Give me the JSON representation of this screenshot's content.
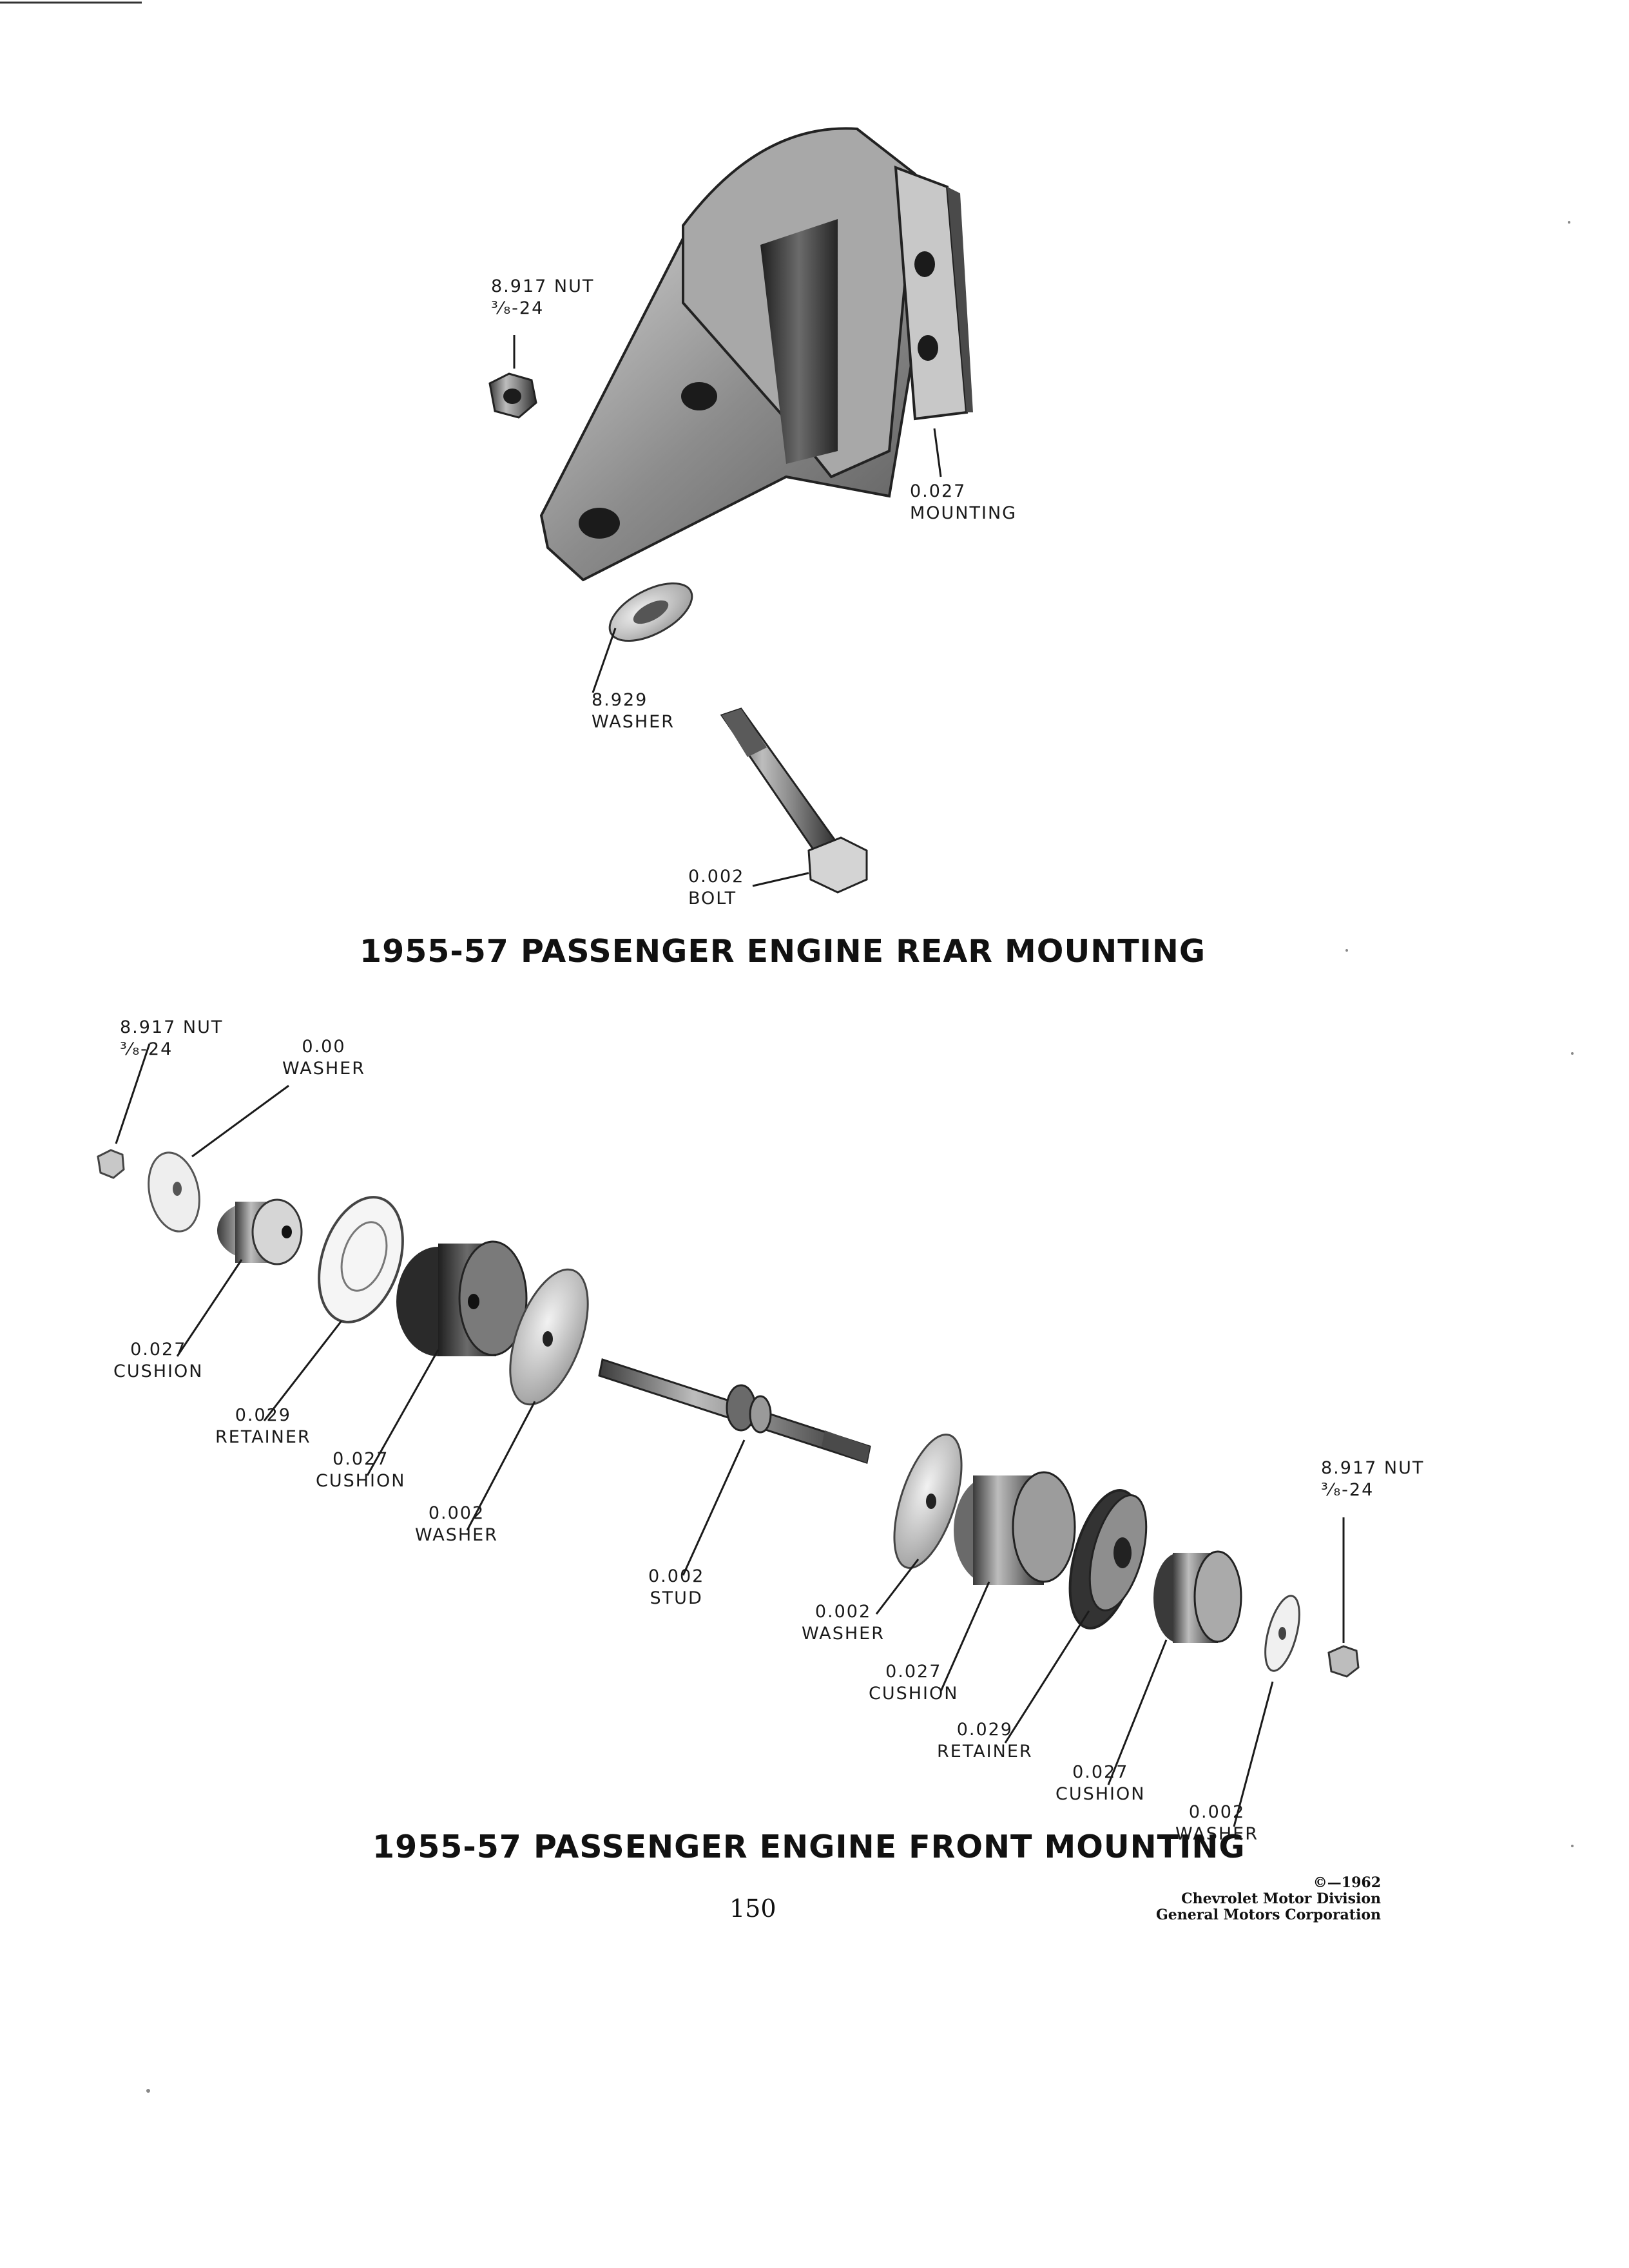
{
  "rear": {
    "title": "1955-57 PASSENGER ENGINE REAR MOUNTING",
    "nut": {
      "code": "8.917 NUT",
      "size": "³⁄₈-24"
    },
    "mounting": {
      "code": "0.027",
      "name": "MOUNTING"
    },
    "washer": {
      "code": "8.929",
      "name": "WASHER"
    },
    "bolt": {
      "code": "0.002",
      "name": "BOLT"
    }
  },
  "front": {
    "title": "1955-57 PASSENGER ENGINE FRONT MOUNTING",
    "nut_left": {
      "code": "8.917 NUT",
      "size": "³⁄₈-24"
    },
    "washer_top": {
      "code": "0.00",
      "name": "WASHER"
    },
    "cushion_1": {
      "code": "0.027",
      "name": "CUSHION"
    },
    "retainer_1": {
      "code": "0.029",
      "name": "RETAINER"
    },
    "cushion_2": {
      "code": "0.027",
      "name": "CUSHION"
    },
    "washer_1": {
      "code": "0.002",
      "name": "WASHER"
    },
    "stud": {
      "code": "0.002",
      "name": "STUD"
    },
    "washer_2": {
      "code": "0.002",
      "name": "WASHER"
    },
    "cushion_3": {
      "code": "0.027",
      "name": "CUSHION"
    },
    "retainer_2": {
      "code": "0.029",
      "name": "RETAINER"
    },
    "cushion_4": {
      "code": "0.027",
      "name": "CUSHION"
    },
    "washer_3": {
      "code": "0.002",
      "name": "WASHER"
    },
    "nut_right": {
      "code": "8.917 NUT",
      "size": "³⁄₈-24"
    }
  },
  "footer": {
    "page_number": "150",
    "copyright": "©—1962",
    "division": "Chevrolet Motor Division",
    "corporation": "General Motors Corporation"
  }
}
